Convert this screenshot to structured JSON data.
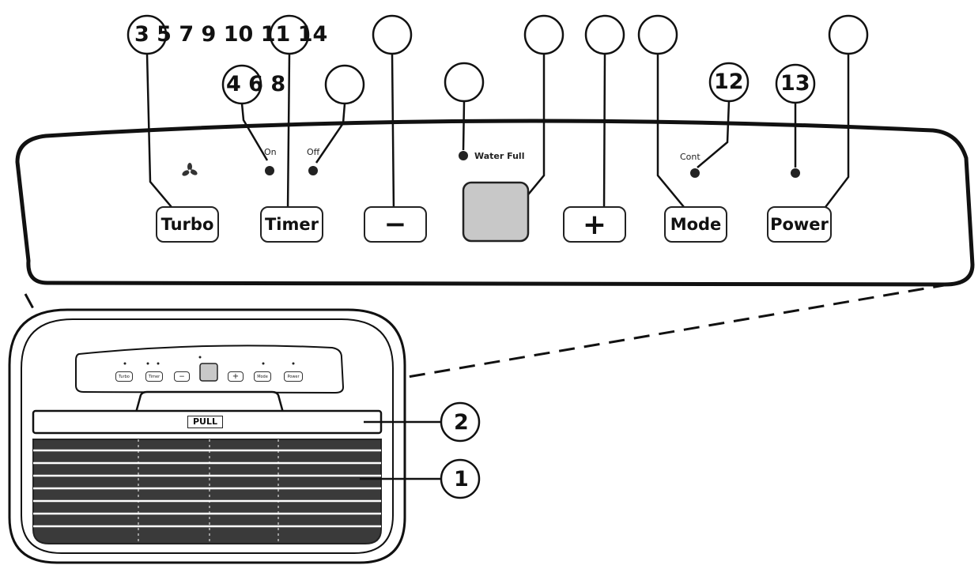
{
  "callouts": {
    "turbo_numbers": "3 5 7 9 10 11 14",
    "timer_on_numbers": "4 6 8",
    "cont_number": "12",
    "power_led_number": "13",
    "pull_number": "2",
    "grille_number": "1"
  },
  "panel": {
    "buttons": {
      "turbo": "Turbo",
      "timer": "Timer",
      "minus": "−",
      "plus": "+",
      "mode": "Mode",
      "power": "Power"
    },
    "indicators": {
      "timer_on": "On",
      "timer_off": "Off",
      "water_full": "Water Full",
      "continuous": "Cont"
    },
    "icons": {
      "turbo_indicator": "fan-icon"
    }
  },
  "unit": {
    "pull_label": "PULL"
  }
}
